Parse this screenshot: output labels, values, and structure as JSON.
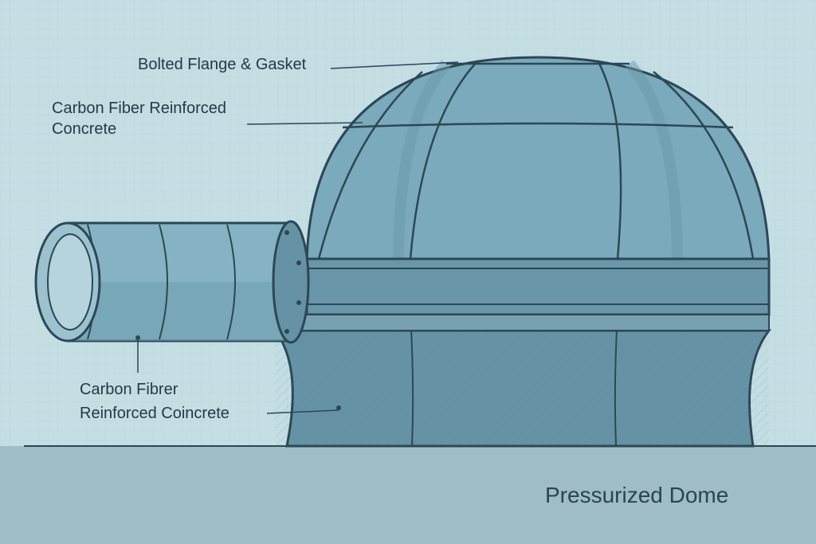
{
  "labels": {
    "flange": "Bolted Flange & Gasket",
    "upper_material": "Carbon Fiber Reinforced Concrete",
    "lower_material_line1": "Carbon Fibrer",
    "lower_material_line2": "Reinforced Coincrete"
  },
  "title": "Pressurized Dome",
  "colors": {
    "background": "#c4dee4",
    "ground": "#9fbdc7",
    "dome": "#79a9bb",
    "base": "#6593a5",
    "outline": "#2c4755"
  }
}
